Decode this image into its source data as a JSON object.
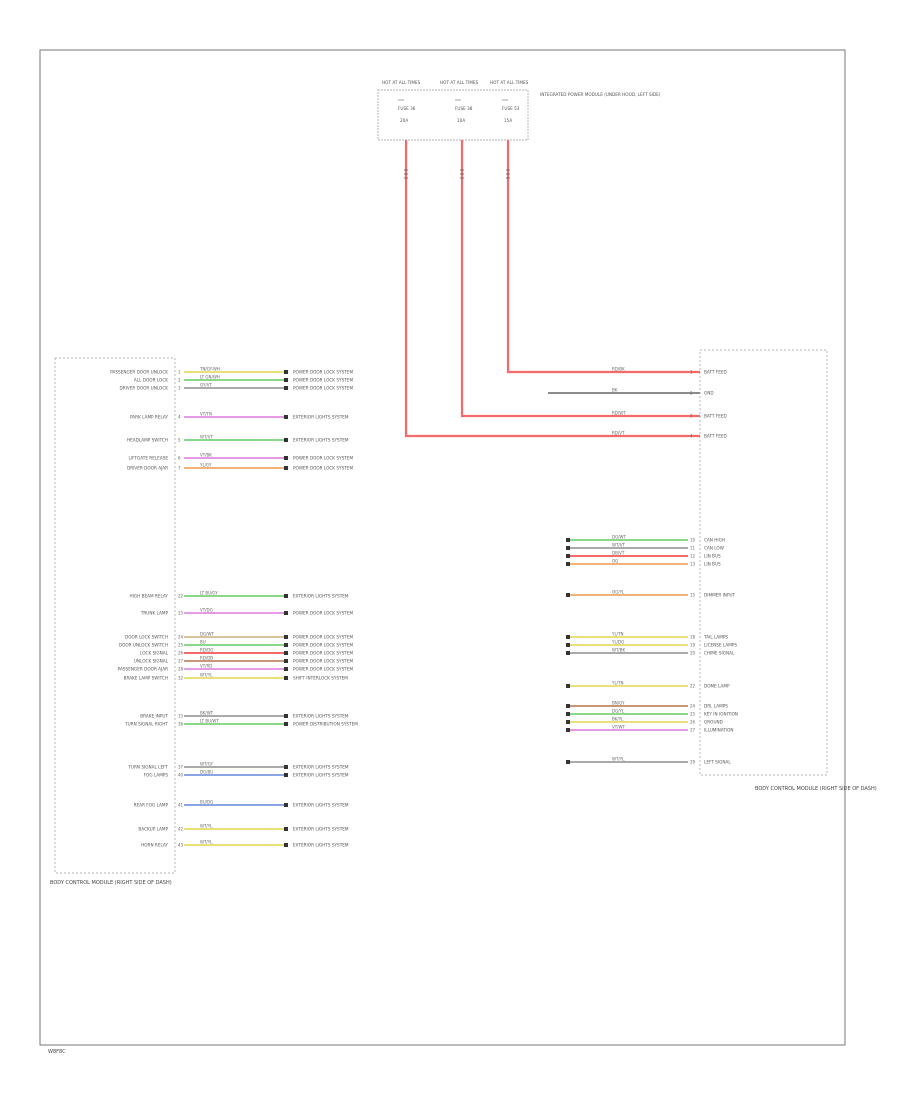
{
  "diagram": {
    "footer_code": "W8F8C",
    "fuse_box": {
      "fuses": [
        {
          "top": "HOT AT ALL TIMES",
          "name": "FUSE 36",
          "amp": "20A"
        },
        {
          "top": "HOT AT ALL TIMES",
          "name": "FUSE 38",
          "amp": "10A"
        },
        {
          "top": "HOT AT ALL TIMES",
          "name": "FUSE 53",
          "amp": "15A"
        }
      ],
      "label": "INTEGRATED POWER MODULE (UNDER HOOD, LEFT SIDE)"
    },
    "left_module": {
      "label": "BODY CONTROL MODULE (RIGHT SIDE OF DASH)"
    },
    "right_module": {
      "label": "BODY CONTROL MODULE (RIGHT SIDE OF DASH)"
    },
    "left_connections": [
      {
        "name": "PASSENGER DOOR UNLOCK",
        "wire": "TN/GY-WH",
        "dest": "POWER DOOR LOCK SYSTEM",
        "pin": "1"
      },
      {
        "name": "ALL DOOR LOCK",
        "wire": "LT GN/WH",
        "dest": "POWER DOOR LOCK SYSTEM",
        "pin": "2"
      },
      {
        "name": "DRIVER DOOR UNLOCK",
        "wire": "GY/VT",
        "dest": "POWER DOOR LOCK SYSTEM",
        "pin": "3"
      },
      {
        "name": "PARK LAMP RELAY",
        "wire": "VT/TN",
        "dest": "EXTERIOR LIGHTS SYSTEM",
        "pin": "4"
      },
      {
        "name": "HEADLAMP SWITCH",
        "wire": "WT/VT",
        "dest": "EXTERIOR LIGHTS SYSTEM",
        "pin": "5"
      },
      {
        "name": "LIFTGATE RELEASE",
        "wire": "VT/BK",
        "dest": "POWER DOOR LOCK SYSTEM",
        "pin": "6"
      },
      {
        "name": "DRIVER DOOR AJAR",
        "wire": "YL/GY",
        "dest": "POWER DOOR LOCK SYSTEM",
        "pin": "7"
      },
      {
        "name": "HIGH BEAM RELAY",
        "wire": "LT BU/GY",
        "dest": "EXTERIOR LIGHTS SYSTEM",
        "pin": "22"
      },
      {
        "name": "TRUNK LAMP",
        "wire": "VT/DG",
        "dest": "POWER DOOR LOCK SYSTEM",
        "pin": "23"
      },
      {
        "name": "DOOR LOCK SWITCH",
        "wire": "DG/WT",
        "dest": "POWER DOOR LOCK SYSTEM",
        "pin": "24"
      },
      {
        "name": "DOOR UNLOCK SWITCH",
        "wire": "BU",
        "dest": "POWER DOOR LOCK SYSTEM",
        "pin": "25"
      },
      {
        "name": "LOCK SIGNAL",
        "wire": "RD/DG",
        "dest": "POWER DOOR LOCK SYSTEM",
        "pin": "26"
      },
      {
        "name": "UNLOCK SIGNAL",
        "wire": "RD/DB",
        "dest": "POWER DOOR LOCK SYSTEM",
        "pin": "27"
      },
      {
        "name": "PASSENGER DOOR AJAR",
        "wire": "VT/RD",
        "dest": "POWER DOOR LOCK SYSTEM",
        "pin": "28"
      },
      {
        "name": "BRAKE LAMP SWITCH",
        "wire": "WT/YL",
        "dest": "SHIFT INTERLOCK SYSTEM",
        "pin": "32"
      },
      {
        "name": "BRAKE INPUT",
        "wire": "BK/WT",
        "dest": "EXTERIOR LIGHTS SYSTEM",
        "pin": "33"
      },
      {
        "name": "TURN SIGNAL RIGHT",
        "wire": "LT BU/WT",
        "dest": "POWER DISTRIBUTION SYSTEM",
        "pin": "36"
      },
      {
        "name": "TURN SIGNAL LEFT",
        "wire": "WT/GY",
        "dest": "EXTERIOR LIGHTS SYSTEM",
        "pin": "37"
      },
      {
        "name": "FOG LAMPS",
        "wire": "DG/BU",
        "dest": "EXTERIOR LIGHTS SYSTEM",
        "pin": "40"
      },
      {
        "name": "REAR FOG LAMP",
        "wire": "BU/DG",
        "dest": "EXTERIOR LIGHTS SYSTEM",
        "pin": "41"
      },
      {
        "name": "BACKUP LAMP",
        "wire": "WT/YL",
        "dest": "EXTERIOR LIGHTS SYSTEM",
        "pin": "42"
      },
      {
        "name": "HORN RELAY",
        "wire": "WT/YL",
        "dest": "EXTERIOR LIGHTS SYSTEM",
        "pin": "43"
      }
    ],
    "right_connections": [
      {
        "name": "BATT FEED",
        "wire": "RD/BK",
        "pin": "1"
      },
      {
        "name": "GND",
        "wire": "BK",
        "pin": "2"
      },
      {
        "name": "BATT FEED",
        "wire": "RD/WT",
        "pin": "3"
      },
      {
        "name": "BATT FEED",
        "wire": "RD/VT",
        "pin": "4"
      },
      {
        "name": "CAN HIGH",
        "wire": "DG/WT",
        "pin": "10"
      },
      {
        "name": "CAN LOW",
        "wire": "WT/VT",
        "pin": "11"
      },
      {
        "name": "LIN BUS",
        "wire": "DB/VT",
        "pin": "12"
      },
      {
        "name": "LIN BUS",
        "wire": "OG",
        "pin": "13"
      },
      {
        "name": "DIMMER INPUT",
        "wire": "OG/YL",
        "pin": "15"
      },
      {
        "name": "TAIL LAMPS",
        "wire": "YL/TN",
        "pin": "18"
      },
      {
        "name": "LICENSE LAMPS",
        "wire": "YL/DG",
        "pin": "19"
      },
      {
        "name": "CHIME SIGNAL",
        "wire": "WT/BK",
        "pin": "20"
      },
      {
        "name": "DOME LAMP",
        "wire": "YL/TN",
        "pin": "22"
      },
      {
        "name": "DRL LAMPS",
        "wire": "BN/GY",
        "pin": "24"
      },
      {
        "name": "KEY IN IGNITION",
        "wire": "DG/YL",
        "pin": "25"
      },
      {
        "name": "GROUND",
        "wire": "BK/YL",
        "pin": "26"
      },
      {
        "name": "ILLUMINATION",
        "wire": "VT/WT",
        "pin": "27"
      },
      {
        "name": "LEFT SIGNAL",
        "wire": "WT/YL",
        "pin": "29"
      }
    ]
  },
  "colors": {
    "red": "#f46a6a",
    "green": "#8ad88a",
    "violet": "#e49ae4",
    "yellow": "#e9e07a",
    "orange": "#f2b27a",
    "blue": "#8aa4e6",
    "gray": "#aaaaaa",
    "brown": "#c7967a",
    "tan": "#d9c49a",
    "black": "#333333"
  }
}
